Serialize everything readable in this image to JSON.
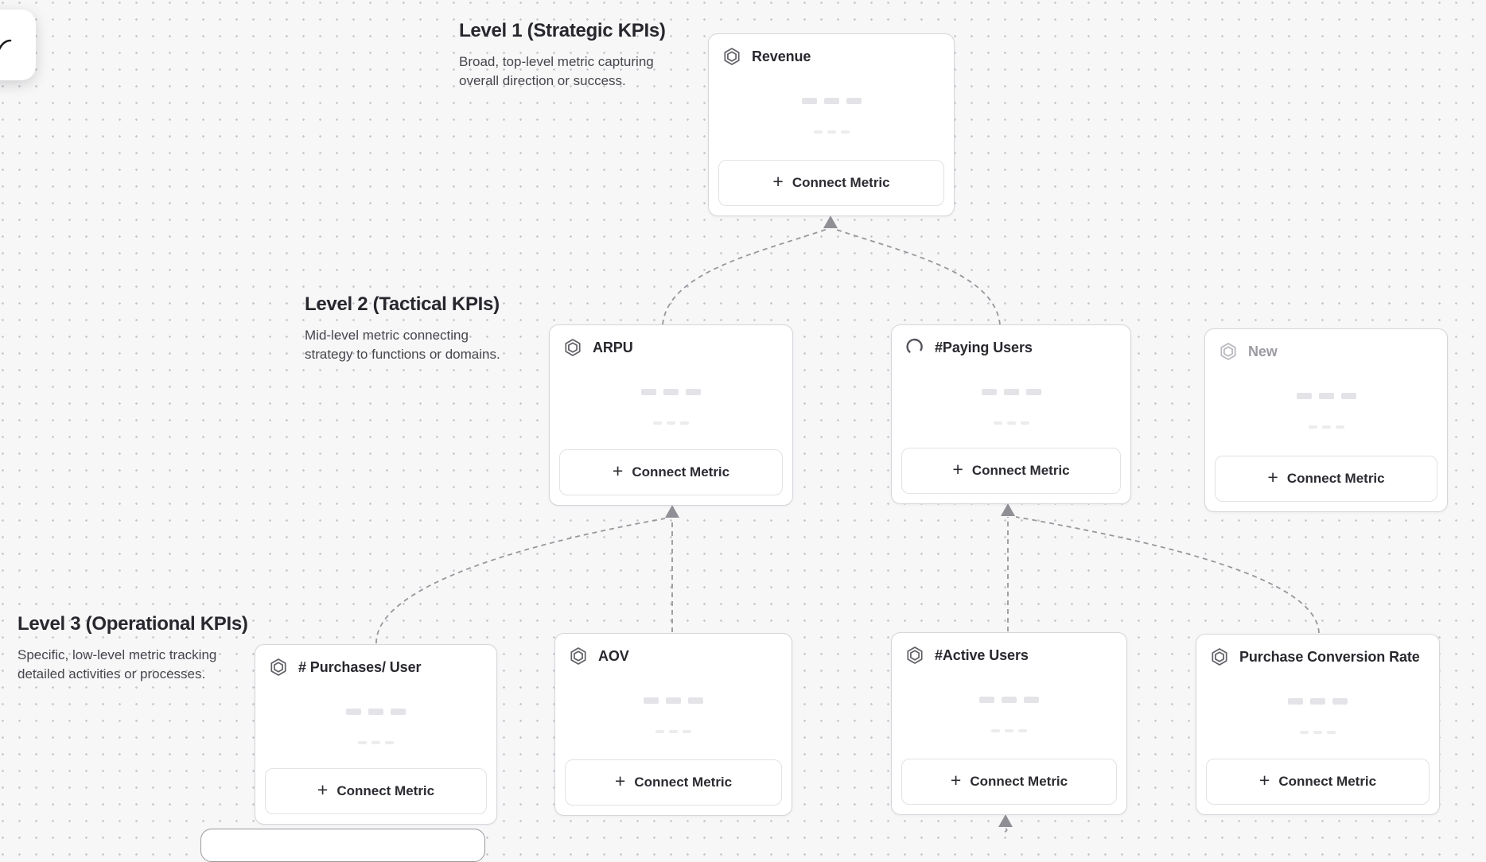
{
  "sections": [
    {
      "id": "level-1",
      "heading": "Level 1 (Strategic KPIs)",
      "description": "Broad, top-level metric capturing overall direction or success."
    },
    {
      "id": "level-2",
      "heading": "Level 2 (Tactical KPIs)",
      "description": "Mid-level metric connecting strategy to functions or domains."
    },
    {
      "id": "level-3",
      "heading": "Level 3 (Operational KPIs)",
      "description": "Specific, low-level metric tracking detailed activities or processes."
    }
  ],
  "cards": [
    {
      "id": "revenue",
      "level": 1,
      "title": "Revenue",
      "icon": "hexagon-icon",
      "state": "default",
      "connect_label": "Connect Metric"
    },
    {
      "id": "arpu",
      "level": 2,
      "title": "ARPU",
      "icon": "hexagon-icon",
      "state": "default",
      "connect_label": "Connect Metric"
    },
    {
      "id": "paying",
      "level": 2,
      "title": "#Paying Users",
      "icon": "spinner-icon",
      "state": "loading",
      "connect_label": "Connect Metric"
    },
    {
      "id": "new",
      "level": 2,
      "title": "New",
      "icon": "hexagon-icon",
      "state": "draft",
      "connect_label": "Connect Metric"
    },
    {
      "id": "purchases",
      "level": 3,
      "title": "# Purchases/ User",
      "icon": "hexagon-icon",
      "state": "default",
      "connect_label": "Connect Metric"
    },
    {
      "id": "aov",
      "level": 3,
      "title": "AOV",
      "icon": "hexagon-icon",
      "state": "default",
      "connect_label": "Connect Metric"
    },
    {
      "id": "active",
      "level": 3,
      "title": "#Active Users",
      "icon": "hexagon-icon",
      "state": "default",
      "connect_label": "Connect Metric"
    },
    {
      "id": "pcr",
      "level": 3,
      "title": "Purchase Conversion Rate",
      "icon": "hexagon-icon",
      "state": "default",
      "connect_label": "Connect Metric"
    }
  ],
  "colors": {
    "canvas_background": "#f7f7f8",
    "dot_grid": "#c8c8cd",
    "card_border": "#d6d6db",
    "card_title": "#28282e",
    "draft_title": "#9b9ba2",
    "connector": "#97979d",
    "arrowhead": "#8f8f95",
    "skeleton_dark": "#e4e4e8",
    "skeleton_light": "#ececef"
  }
}
